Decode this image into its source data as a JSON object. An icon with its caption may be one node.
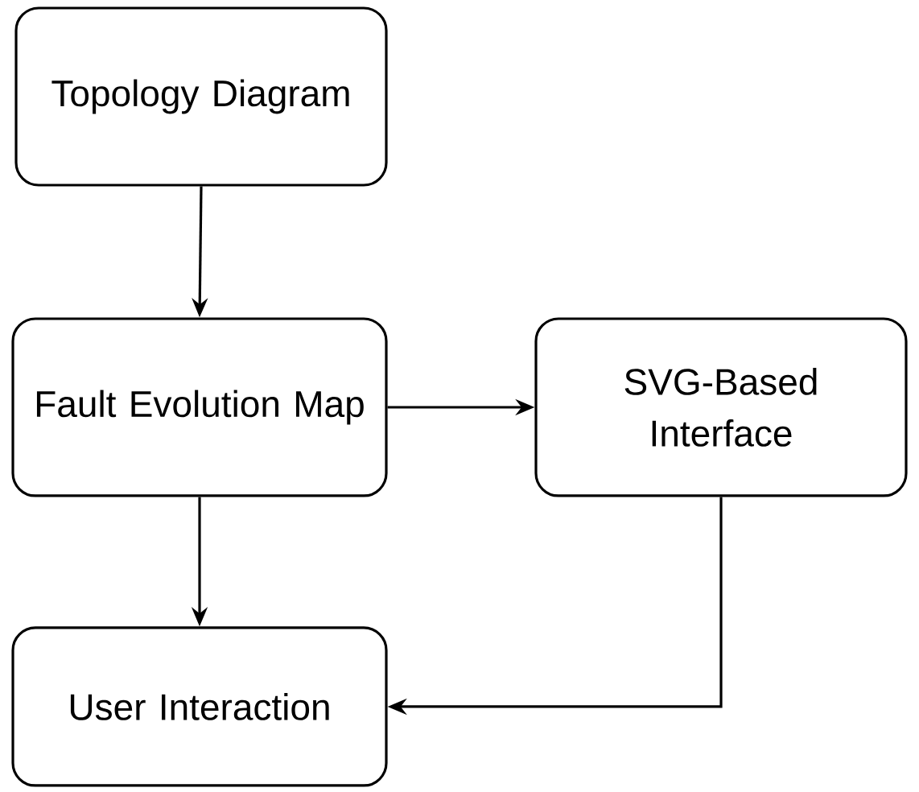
{
  "diagram": {
    "nodes": [
      {
        "text": [
          "Topology Diagram"
        ]
      },
      {
        "text": [
          "Fault Evolution Map"
        ]
      },
      {
        "text": [
          "SVG-Based Interface"
        ]
      },
      {
        "text": [
          "User Interaction"
        ]
      }
    ],
    "edges": [
      {
        "from": 0,
        "to": 1,
        "arrow": "to"
      },
      {
        "from": 1,
        "to": 2,
        "arrow": "to"
      },
      {
        "from": 1,
        "to": 3,
        "arrow": "to"
      },
      {
        "from": 2,
        "to": 3,
        "arrow": "to"
      }
    ]
  }
}
